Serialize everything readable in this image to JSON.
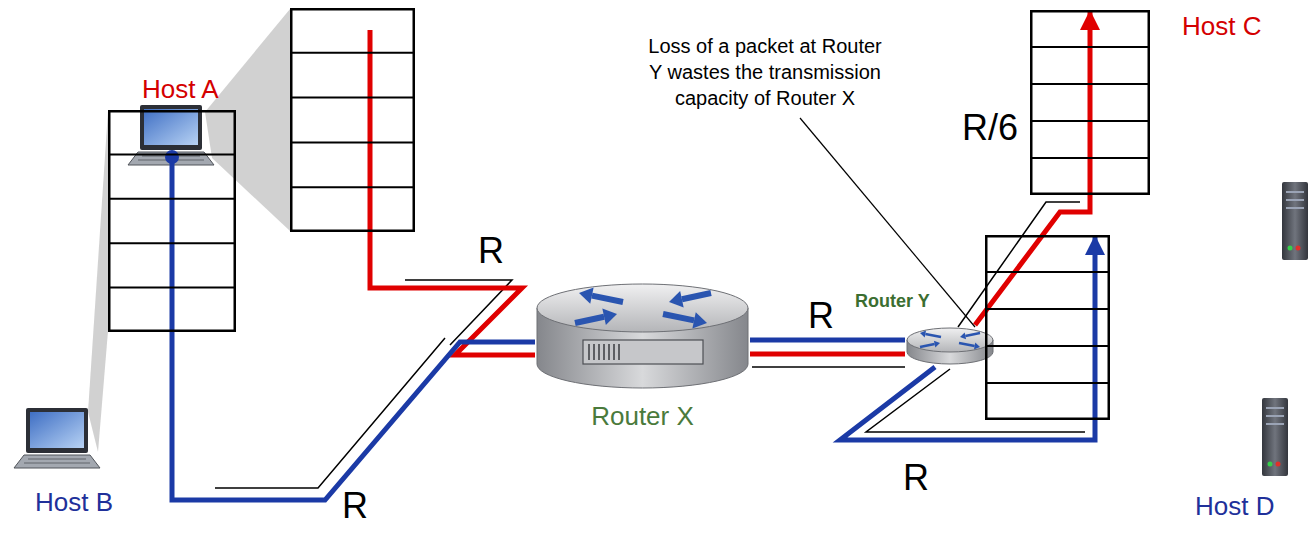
{
  "diagram": {
    "nodes": [
      {
        "text": [
          "Host A"
        ]
      },
      {
        "text": [
          "Host B"
        ]
      },
      {
        "text": [
          "Router X"
        ]
      },
      {
        "text": [
          "Router Y"
        ]
      },
      {
        "text": [
          "Host C"
        ]
      },
      {
        "text": [
          "Host D"
        ]
      }
    ],
    "edges": [
      {
        "from": 0,
        "to": 2,
        "arrow": "none",
        "label": "R"
      },
      {
        "from": 1,
        "to": 2,
        "arrow": "none",
        "label": "R"
      },
      {
        "from": 2,
        "to": 3,
        "arrow": "none",
        "label": "R"
      },
      {
        "from": 2,
        "to": 3,
        "arrow": "none"
      },
      {
        "from": 3,
        "to": 4,
        "arrow": "to",
        "label": "R/6"
      },
      {
        "from": 3,
        "to": 5,
        "arrow": "to",
        "label": "R"
      }
    ],
    "labels": [
      "Loss of a packet at Router Y wastes the transmission capacity of Router X"
    ]
  }
}
